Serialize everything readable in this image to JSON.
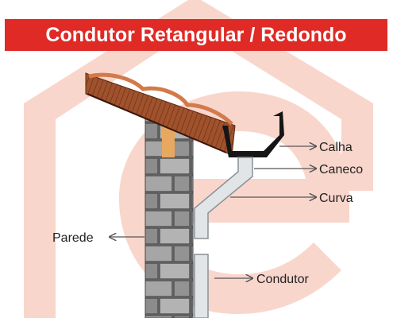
{
  "title": "Condutor Retangular / Redondo",
  "labels": {
    "calha": "Calha",
    "caneco": "Caneco",
    "curva": "Curva",
    "parede": "Parede",
    "condutor": "Condutor"
  },
  "colors": {
    "banner": "#e02a26",
    "watermark": "#f9d6cc",
    "roof_tile": "#a0522d",
    "wall_stone": "#8f8f8f",
    "pipe_fill": "#e2e5e8",
    "gutter": "#151515"
  }
}
